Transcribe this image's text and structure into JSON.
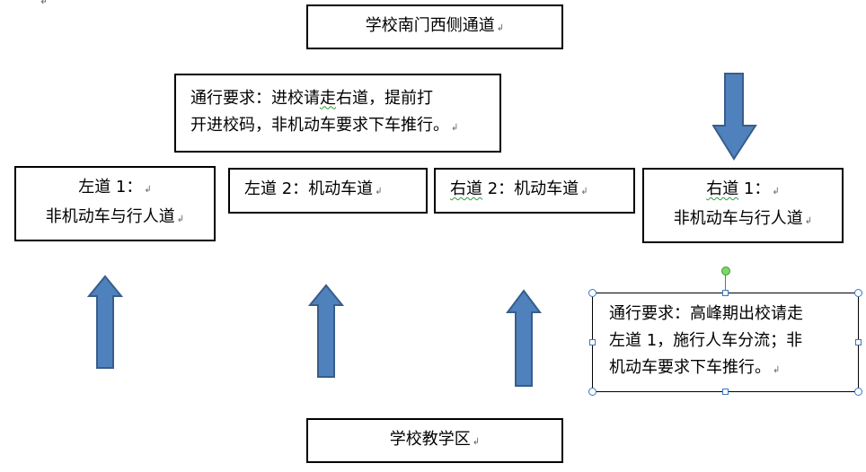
{
  "top_mark": "↲",
  "return_mark": "↲",
  "gate": {
    "label": "学校南门西侧通道"
  },
  "notice_enter": {
    "line1": [
      "通行要求：进校请",
      "走",
      "右道，提前打"
    ],
    "line2": "开进校码，非机动车要求下车推行。"
  },
  "lanes": [
    {
      "line1_a": "左道",
      "line1_b": " 1：",
      "line2": "非机动车与行人道"
    },
    {
      "label": "左道 2：机动车道"
    },
    {
      "label_a": "右道",
      "label_b": " 2：机动车道"
    },
    {
      "line1_a": "右道",
      "line1_b": " 1：",
      "line2": "非机动车与行人道"
    }
  ],
  "notice_exit": {
    "line1": "通行要求：高峰期出校请走",
    "line2": "左道 1，施行人车分流；非",
    "line3": "机动车要求下车推行。"
  },
  "campus": {
    "label": "学校教学区"
  },
  "colors": {
    "arrow_fill": "#4F81BD",
    "arrow_stroke": "#385D8A",
    "handle": "#3c77bb",
    "rotate_handle": "#7fd56a"
  },
  "icons": [
    "arrow-down-icon",
    "arrow-up-icon",
    "paragraph-return-icon"
  ]
}
